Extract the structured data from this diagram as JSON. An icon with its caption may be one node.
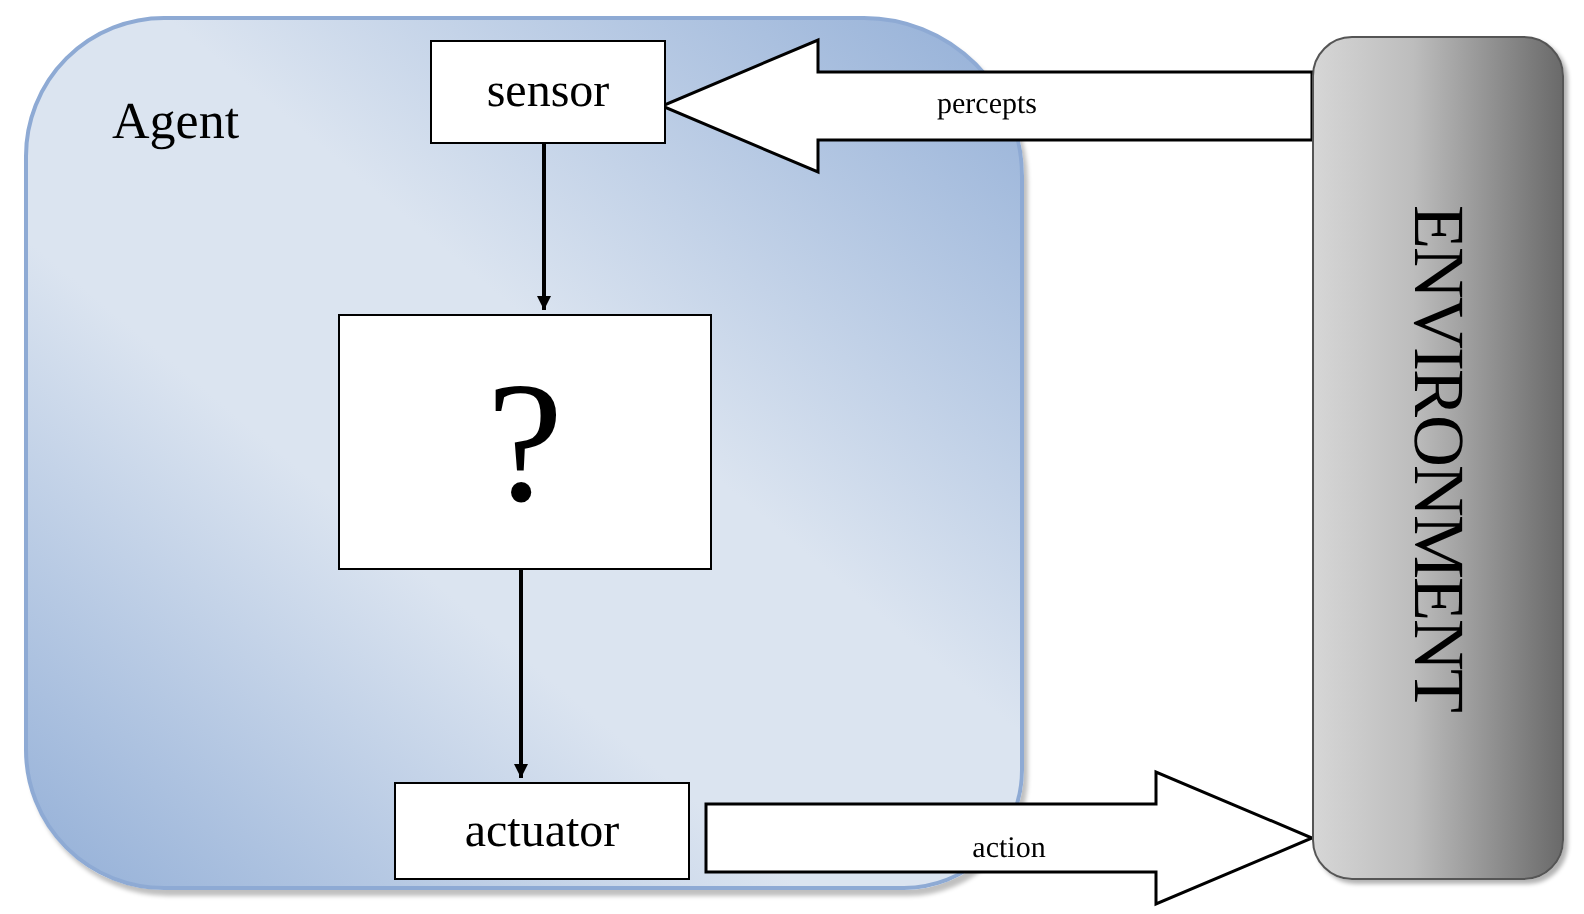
{
  "diagram": {
    "nodes": [
      {
        "text": [
          "Agent"
        ]
      },
      {
        "text": [
          "sensor"
        ],
        "in": 0
      },
      {
        "text": [
          "?"
        ],
        "in": 0
      },
      {
        "text": [
          "actuator"
        ],
        "in": 0
      },
      {
        "text": [
          "ENVIRONMENT"
        ]
      }
    ],
    "edges": [
      {
        "from": 4,
        "to": 1,
        "arrow": "to",
        "label": "percepts",
        "style": "thick"
      },
      {
        "from": 1,
        "to": 2,
        "arrow": "to"
      },
      {
        "from": 2,
        "to": 3,
        "arrow": "to"
      },
      {
        "from": 3,
        "to": 4,
        "arrow": "to",
        "label": "action",
        "style": "thick"
      }
    ]
  }
}
